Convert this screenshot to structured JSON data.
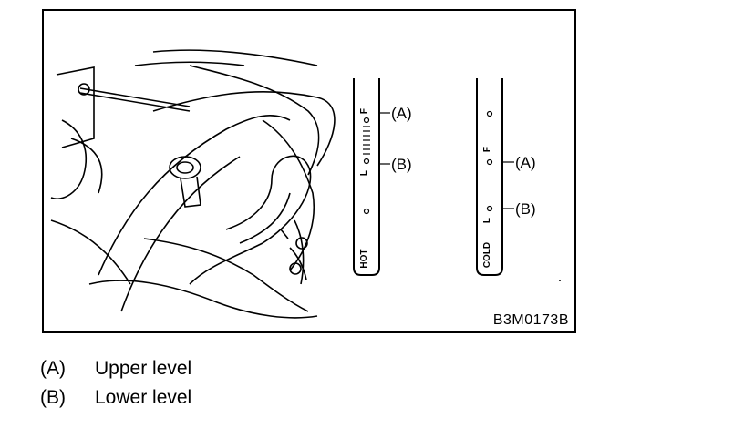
{
  "figure": {
    "code": "B3M0173B",
    "hot_dipstick": {
      "label": "HOT",
      "f_mark": "F",
      "l_mark": "L",
      "callout_a": "(A)",
      "callout_b": "(B)"
    },
    "cold_dipstick": {
      "label": "COLD",
      "f_mark": "F",
      "l_mark": "L",
      "callout_a": "(A)",
      "callout_b": "(B)"
    }
  },
  "legend": [
    {
      "key": "(A)",
      "text": "Upper level"
    },
    {
      "key": "(B)",
      "text": "Lower level"
    }
  ]
}
